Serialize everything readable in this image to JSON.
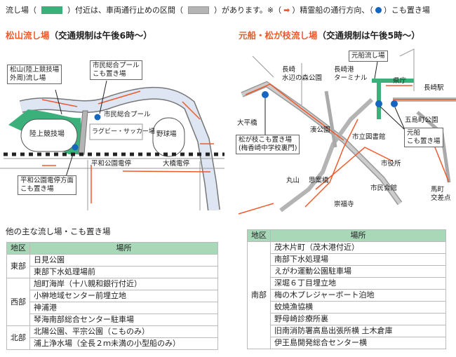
{
  "legend": {
    "part1": "流し場（",
    "part2": "）付近は、車両通行止めの区間（",
    "part3": "）があります。※（",
    "arrow": "➡",
    "part4": "）精霊船の通行方向、（",
    "part5": "）こも置き場",
    "green": "#3cb07a",
    "gray": "#b4b4b4",
    "orange": "#ee5a2c",
    "blue": "#1566c0"
  },
  "left_map": {
    "title": "松山流し場",
    "note": "（交通規制は午後6時～）",
    "labels": {
      "nagashiba": "松山(陸上競技場\n外周)流し場",
      "pool_komo": "市民総合プール\nこも置き場",
      "pool": "市民総合プール",
      "track": "陸上競技場",
      "rugby": "ラグビー・サッカー場",
      "baseball": "野球場",
      "heiwa_stop": "平和公園電停",
      "ohashi_stop": "大橋電停",
      "heiwa_komo": "平和公園電停方面\nこも置き場"
    }
  },
  "right_map": {
    "title": "元船・松が枝流し場",
    "note": "（交通規制は午後5時～）",
    "labels": {
      "motofune_nagashi": "元船流し場",
      "mizube": "長崎\n水辺の森公園",
      "terminal": "長崎港\nターミナル",
      "kencho": "県庁",
      "station": "長崎駅",
      "ohirabashi": "大平橋",
      "goto": "五島町公園",
      "minato": "湊公園",
      "library": "市立図書館",
      "motofune_komo": "元船\nこも置き場",
      "matsugae_komo": "松が枝こも置き場\n(梅香崎中学校裏門)",
      "cityhall": "市役所",
      "maruyama": "丸山",
      "shianbashi": "思案橋",
      "civic": "市民会館",
      "umamachi": "馬町\n交差点",
      "sofukuji": "崇福寺"
    }
  },
  "tables": {
    "section_title": "他の主な流し場・こも置き場",
    "col_area": "地区",
    "col_place": "場所",
    "left": [
      {
        "area": "東部",
        "places": [
          "日見公園",
          "東部下水処理場前"
        ]
      },
      {
        "area": "西部",
        "places": [
          "旭町海岸（十八親和銀行付近）",
          "小榊地域センター前埋立地",
          "神浦港",
          "琴海南部総合センター駐車場"
        ]
      },
      {
        "area": "北部",
        "places": [
          "北陽公園、平宗公園（こものみ）",
          "浦上浄水場（全長２ｍ未満の小型船のみ）"
        ]
      }
    ],
    "right": [
      {
        "area": "南部",
        "places": [
          "茂木片町（茂木港付近）",
          "南部下水処理場",
          "えがわ運動公園駐車場",
          "深堀６丁目埋立地",
          "梅の木プレジャーボート泊地",
          "蚊焼漁協横",
          "野母崎診療所裏",
          "旧南消防署高島出張所横 土木倉庫",
          "伊王島開発総合センター横"
        ]
      }
    ]
  }
}
